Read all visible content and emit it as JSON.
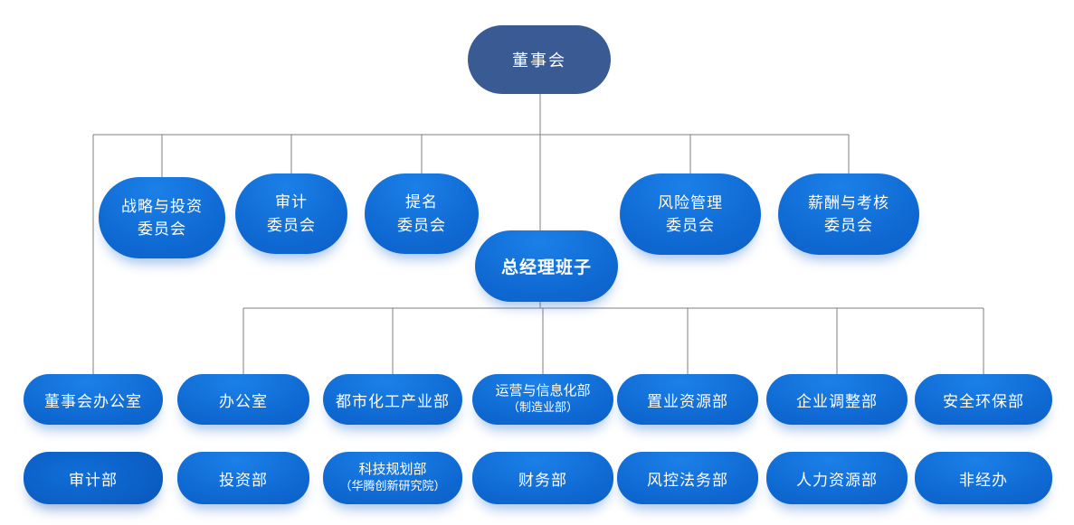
{
  "org_chart": {
    "root": {
      "label": "董事会"
    },
    "general_manager": {
      "label": "总经理班子"
    },
    "committees": [
      {
        "line1": "战略与投资",
        "line2": "委员会"
      },
      {
        "line1": "审计",
        "line2": "委员会"
      },
      {
        "line1": "提名",
        "line2": "委员会"
      },
      {
        "line1": "风险管理",
        "line2": "委员会"
      },
      {
        "line1": "薪酬与考核",
        "line2": "委员会"
      }
    ],
    "departments_row1": [
      {
        "label": "董事会办公室"
      },
      {
        "label": "办公室"
      },
      {
        "label": "都市化工产业部"
      },
      {
        "line1": "运营与信息化部",
        "line2": "（制造业部）"
      },
      {
        "label": "置业资源部"
      },
      {
        "label": "企业调整部"
      },
      {
        "label": "安全环保部"
      }
    ],
    "departments_row2": [
      {
        "label": "审计部"
      },
      {
        "label": "投资部"
      },
      {
        "line1": "科技规划部",
        "line2": "（华腾创新研究院）"
      },
      {
        "label": "财务部"
      },
      {
        "label": "风控法务部"
      },
      {
        "label": "人力资源部"
      },
      {
        "label": "非经办"
      }
    ]
  },
  "colors": {
    "root_fill": "#3A5A94",
    "node_gradient_light": "#1B80E8",
    "node_gradient_mid": "#0E67D0",
    "node_gradient_dark": "#0A55B4",
    "audit_dept_edge": "#074190",
    "connector_line": "#7F7F7F",
    "text": "#FFFFFF",
    "background": "#FFFFFF"
  }
}
